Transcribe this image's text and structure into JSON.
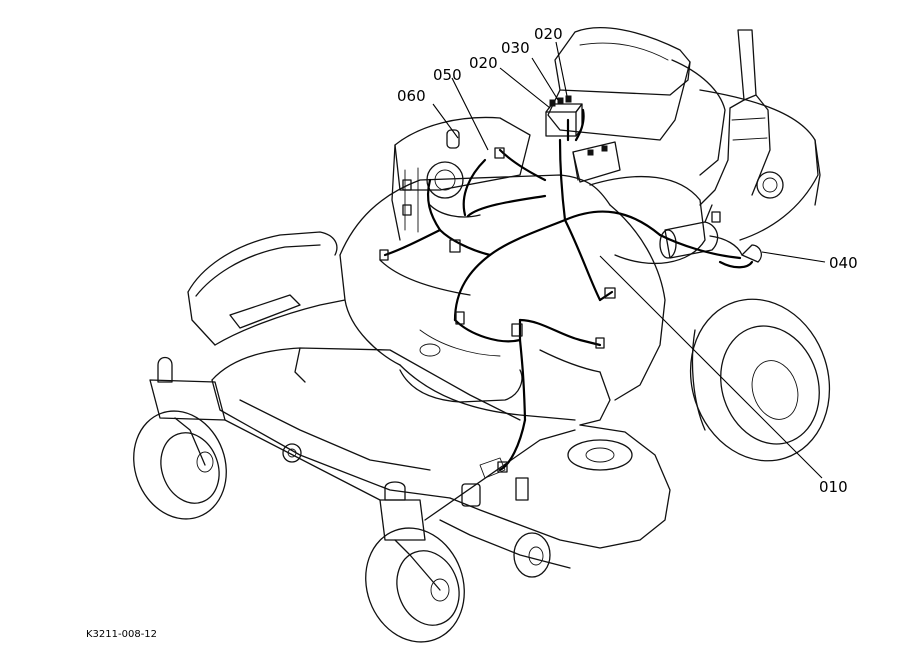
{
  "callouts": [
    {
      "id": "c010",
      "label": "010"
    },
    {
      "id": "c020a",
      "label": "020"
    },
    {
      "id": "c020b",
      "label": "020"
    },
    {
      "id": "c030",
      "label": "030"
    },
    {
      "id": "c040",
      "label": "040"
    },
    {
      "id": "c050",
      "label": "050"
    },
    {
      "id": "c060",
      "label": "060"
    }
  ],
  "figure_code": "K3211-008-12"
}
